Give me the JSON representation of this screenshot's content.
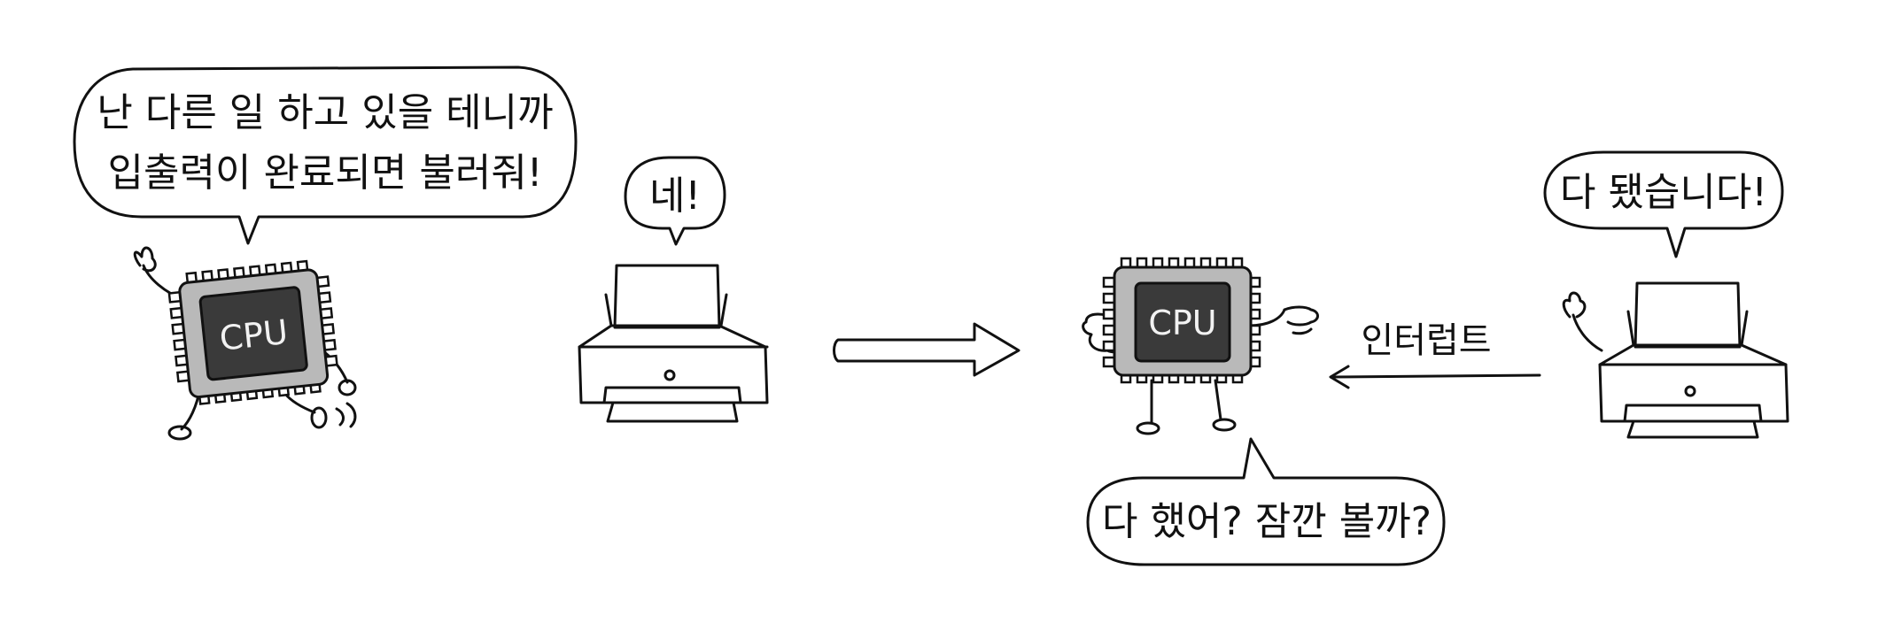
{
  "left_scene": {
    "cpu_bubble_line1": "난 다른 일 하고 있을 테니까",
    "cpu_bubble_line2": "입출력이 완료되면 불러줘!",
    "cpu_chip_label": "CPU",
    "printer_bubble": "네!"
  },
  "right_scene": {
    "printer_bubble": "다 됐습니다!",
    "interrupt_label": "인터럽트",
    "cpu_chip_label": "CPU",
    "cpu_bubble": "다 했어? 잠깐 볼까?"
  },
  "colors": {
    "chip_body": "#b9b9b9",
    "chip_core": "#3a3a3a",
    "printer_body": "#f4e7df",
    "arrow_fill": "#d8d8d8"
  },
  "icons": [
    "cpu-icon",
    "printer-icon",
    "arrow-right-icon",
    "arrow-left-icon"
  ]
}
